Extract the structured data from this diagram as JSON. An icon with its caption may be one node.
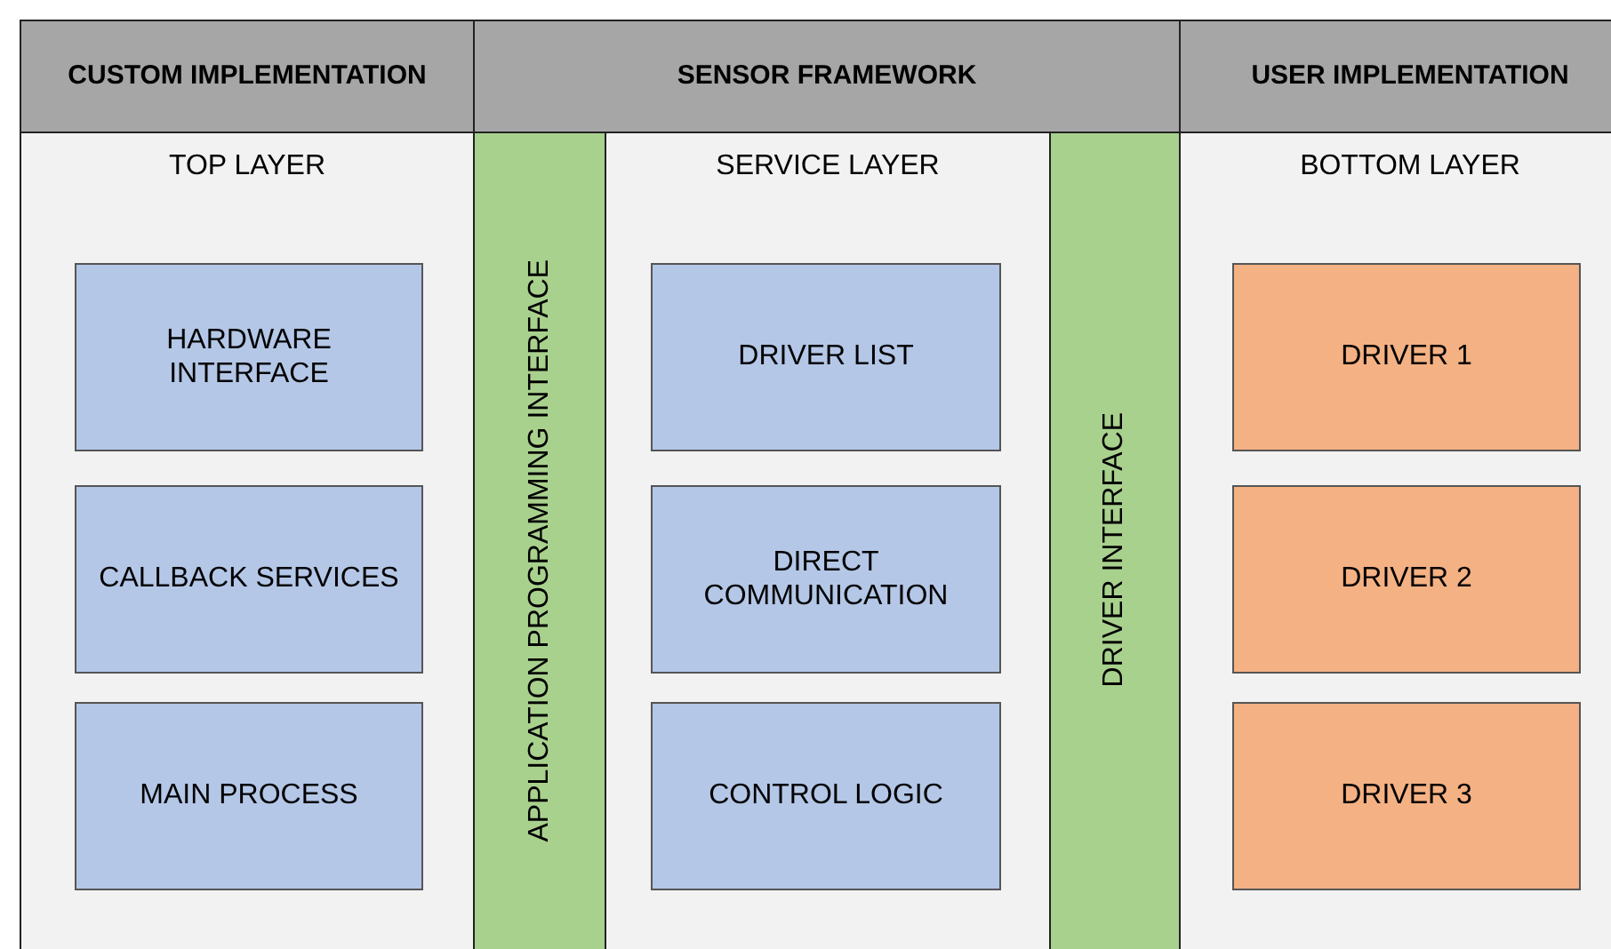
{
  "diagram": {
    "nodes": [
      {
        "text": [
          "CUSTOM IMPLEMENTATION"
        ]
      },
      {
        "text": [
          "SENSOR FRAMEWORK"
        ]
      },
      {
        "text": [
          "USER IMPLEMENTATION"
        ]
      },
      {
        "text": [
          "TOP LAYER"
        ]
      },
      {
        "text": [
          "HARDWARE INTERFACE"
        ],
        "in": 3
      },
      {
        "text": [
          "CALLBACK SERVICES"
        ],
        "in": 3
      },
      {
        "text": [
          "MAIN PROCESS"
        ],
        "in": 3
      },
      {
        "text": [
          "APPLICATION PROGRAMMING INTERFACE"
        ]
      },
      {
        "text": [
          "SERVICE LAYER"
        ]
      },
      {
        "text": [
          "DRIVER LIST"
        ],
        "in": 8
      },
      {
        "text": [
          "DIRECT COMMUNICATION"
        ],
        "in": 8
      },
      {
        "text": [
          "CONTROL LOGIC"
        ],
        "in": 8
      },
      {
        "text": [
          "DRIVER INTERFACE"
        ]
      },
      {
        "text": [
          "BOTTOM LAYER"
        ]
      },
      {
        "text": [
          "DRIVER 1"
        ],
        "in": 13
      },
      {
        "text": [
          "DRIVER 2"
        ],
        "in": 13
      },
      {
        "text": [
          "DRIVER 3"
        ],
        "in": 13
      }
    ]
  }
}
